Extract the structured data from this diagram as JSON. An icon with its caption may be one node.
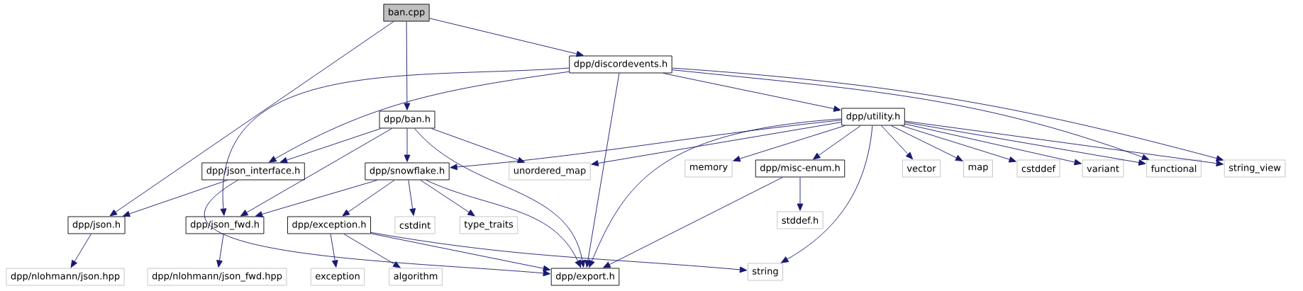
{
  "diagram": {
    "nodes": [
      {
        "text": [
          "ban.cpp"
        ]
      },
      {
        "text": [
          "dpp/discordevents.h"
        ]
      },
      {
        "text": [
          "dpp/ban.h"
        ]
      },
      {
        "text": [
          "dpp/utility.h"
        ]
      },
      {
        "text": [
          "dpp/json_interface.h"
        ]
      },
      {
        "text": [
          "dpp/snowflake.h"
        ]
      },
      {
        "text": [
          "unordered_map"
        ]
      },
      {
        "text": [
          "memory"
        ]
      },
      {
        "text": [
          "dpp/misc-enum.h"
        ]
      },
      {
        "text": [
          "vector"
        ]
      },
      {
        "text": [
          "map"
        ]
      },
      {
        "text": [
          "cstddef"
        ]
      },
      {
        "text": [
          "variant"
        ]
      },
      {
        "text": [
          "functional"
        ]
      },
      {
        "text": [
          "string_view"
        ]
      },
      {
        "text": [
          "dpp/json.h"
        ]
      },
      {
        "text": [
          "dpp/json_fwd.h"
        ]
      },
      {
        "text": [
          "dpp/exception.h"
        ]
      },
      {
        "text": [
          "cstdint"
        ]
      },
      {
        "text": [
          "type_traits"
        ]
      },
      {
        "text": [
          "stddef.h"
        ]
      },
      {
        "text": [
          "dpp/nlohmann/json.hpp"
        ]
      },
      {
        "text": [
          "dpp/nlohmann/json_fwd.hpp"
        ]
      },
      {
        "text": [
          "exception"
        ]
      },
      {
        "text": [
          "algorithm"
        ]
      },
      {
        "text": [
          "dpp/export.h"
        ]
      },
      {
        "text": [
          "string"
        ]
      }
    ],
    "edges": [
      {
        "from": 0,
        "to": 15,
        "arrow": "to"
      },
      {
        "from": 0,
        "to": 2,
        "arrow": "to"
      },
      {
        "from": 0,
        "to": 1,
        "arrow": "to"
      },
      {
        "from": 1,
        "to": 4,
        "arrow": "to"
      },
      {
        "from": 1,
        "to": 16,
        "arrow": "to"
      },
      {
        "from": 1,
        "to": 25,
        "arrow": "to"
      },
      {
        "from": 1,
        "to": 3,
        "arrow": "to"
      },
      {
        "from": 1,
        "to": 13,
        "arrow": "to"
      },
      {
        "from": 1,
        "to": 14,
        "arrow": "to"
      },
      {
        "from": 2,
        "to": 4,
        "arrow": "to"
      },
      {
        "from": 2,
        "to": 16,
        "arrow": "to"
      },
      {
        "from": 2,
        "to": 5,
        "arrow": "to"
      },
      {
        "from": 2,
        "to": 6,
        "arrow": "to"
      },
      {
        "from": 2,
        "to": 25,
        "arrow": "to"
      },
      {
        "from": 3,
        "to": 5,
        "arrow": "to"
      },
      {
        "from": 3,
        "to": 6,
        "arrow": "to"
      },
      {
        "from": 3,
        "to": 25,
        "arrow": "to"
      },
      {
        "from": 3,
        "to": 7,
        "arrow": "to"
      },
      {
        "from": 3,
        "to": 8,
        "arrow": "to"
      },
      {
        "from": 3,
        "to": 26,
        "arrow": "to"
      },
      {
        "from": 3,
        "to": 9,
        "arrow": "to"
      },
      {
        "from": 3,
        "to": 10,
        "arrow": "to"
      },
      {
        "from": 3,
        "to": 11,
        "arrow": "to"
      },
      {
        "from": 3,
        "to": 12,
        "arrow": "to"
      },
      {
        "from": 3,
        "to": 13,
        "arrow": "to"
      },
      {
        "from": 3,
        "to": 14,
        "arrow": "to"
      },
      {
        "from": 4,
        "to": 15,
        "arrow": "to"
      },
      {
        "from": 4,
        "to": 25,
        "arrow": "to"
      },
      {
        "from": 5,
        "to": 16,
        "arrow": "to"
      },
      {
        "from": 5,
        "to": 17,
        "arrow": "to"
      },
      {
        "from": 5,
        "to": 18,
        "arrow": "to"
      },
      {
        "from": 5,
        "to": 19,
        "arrow": "to"
      },
      {
        "from": 5,
        "to": 25,
        "arrow": "to"
      },
      {
        "from": 17,
        "to": 23,
        "arrow": "to"
      },
      {
        "from": 17,
        "to": 24,
        "arrow": "to"
      },
      {
        "from": 17,
        "to": 25,
        "arrow": "to"
      },
      {
        "from": 17,
        "to": 26,
        "arrow": "to"
      },
      {
        "from": 8,
        "to": 20,
        "arrow": "to"
      },
      {
        "from": 8,
        "to": 25,
        "arrow": "to"
      },
      {
        "from": 15,
        "to": 21,
        "arrow": "to"
      },
      {
        "from": 16,
        "to": 22,
        "arrow": "to"
      }
    ]
  }
}
